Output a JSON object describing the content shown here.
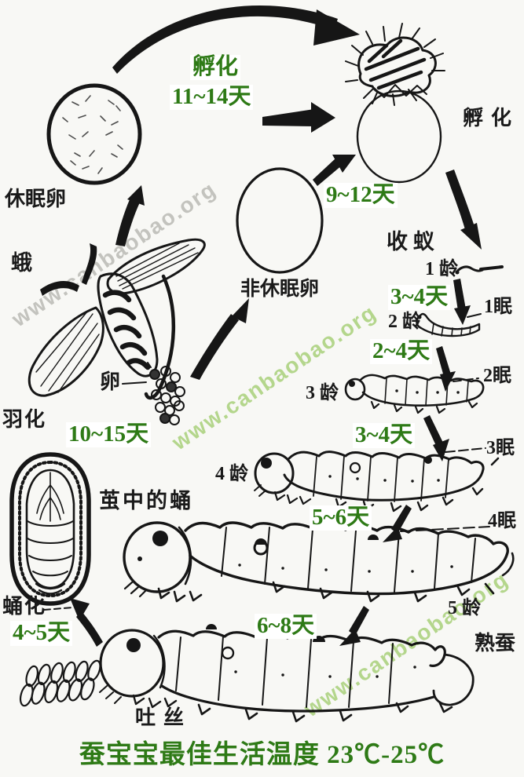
{
  "title": "蚕宝宝最佳生活温度 23℃-25℃",
  "watermark": {
    "text": "www.canbaobao.org"
  },
  "colors": {
    "background": "#f8f8f5",
    "ink": "#161616",
    "duration_green": "#2e7a16",
    "watermark_green": "#b9dc92",
    "watermark_gray": "#c9c9c6"
  },
  "stages": {
    "hatch_top": "孵化",
    "dormant_egg": "休眠卵",
    "hatch_right": "孵化",
    "non_dormant_egg": "非休眠卵",
    "collect_ants": "收 蚁",
    "instar1": "1 龄",
    "instar2": "2 龄",
    "instar3": "3 龄",
    "instar4": "4 龄",
    "instar5": "5 龄",
    "mature": "熟蚕",
    "spin_silk": "吐丝",
    "cocoon_pupa": "茧中的蛹",
    "pupation": "蛹化",
    "moth": "蛾",
    "emergence": "羽化",
    "eggs": "卵"
  },
  "durations": {
    "dormant_hatch": "11~14天",
    "non_dormant_hatch": "9~12天",
    "instar1": "3~4天",
    "instar2": "2~4天",
    "instar3": "3~4天",
    "instar4": "5~6天",
    "instar5": "6~8天",
    "pupation": "4~5天",
    "emergence": "10~15天"
  },
  "sleeps": {
    "s1": "1眠",
    "s2": "2眠",
    "s3": "3眠",
    "s4": "4眠"
  }
}
